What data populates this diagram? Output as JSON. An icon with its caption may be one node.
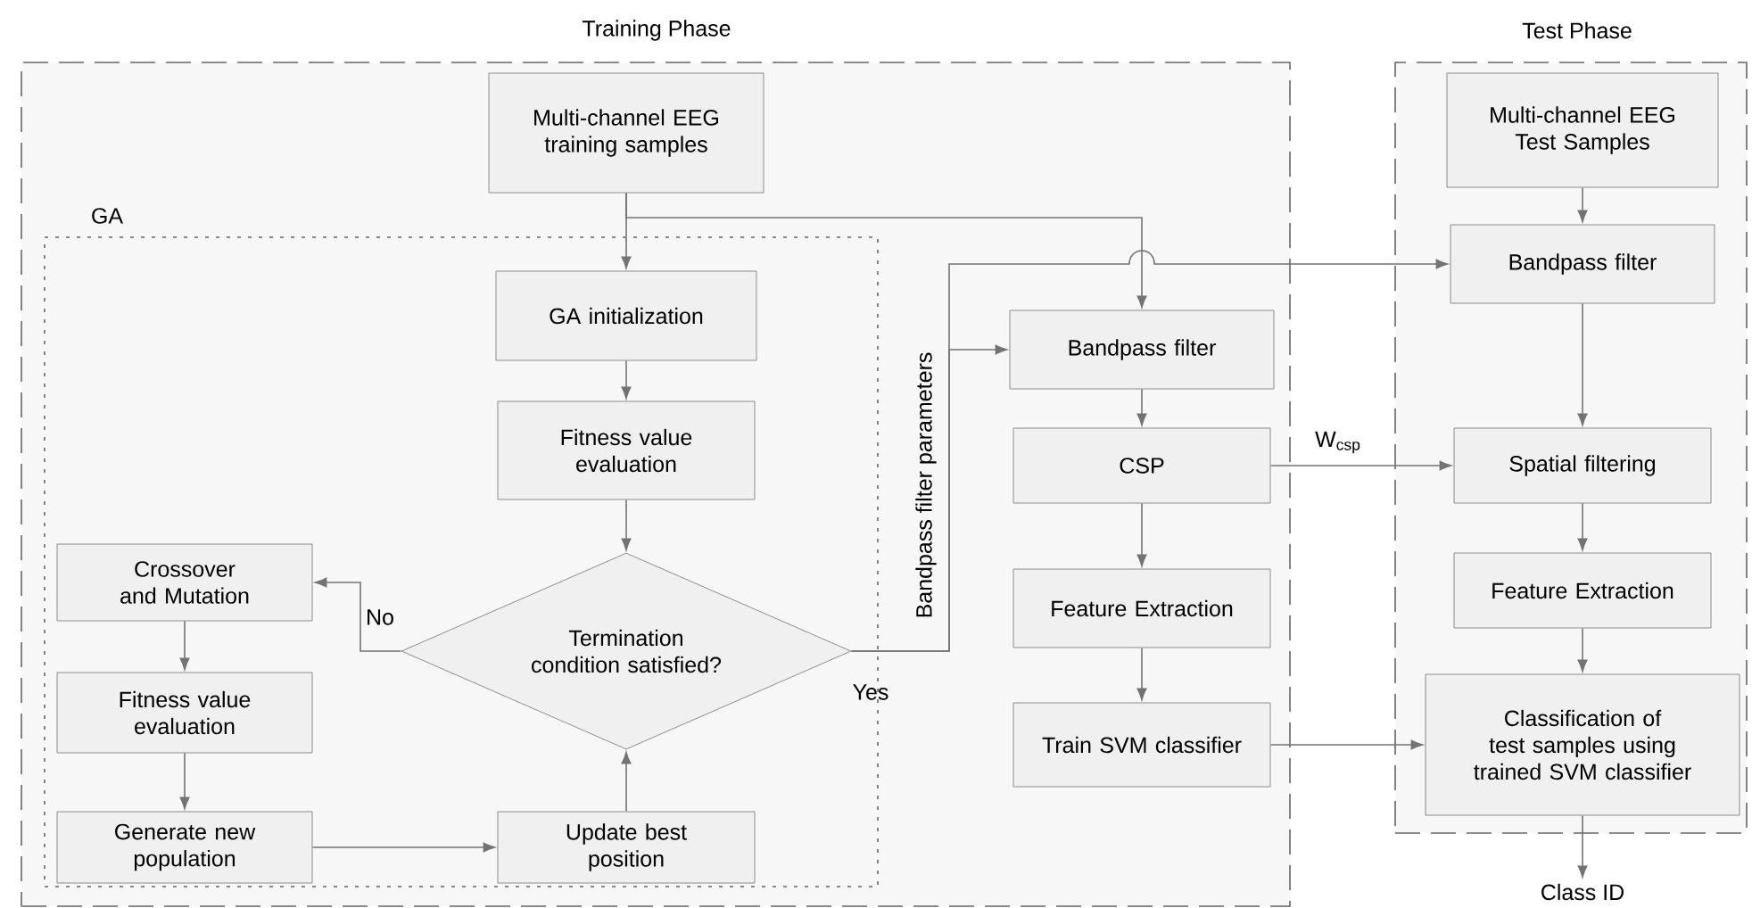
{
  "diagram": {
    "nodes": [
      {
        "text": [
          "Training Phase"
        ]
      },
      {
        "text": [
          "GA"
        ],
        "in": 0
      },
      {
        "text": [
          "Multi-channel EEG training samples"
        ],
        "in": 0
      },
      {
        "text": [
          "GA initialization"
        ],
        "in": 1
      },
      {
        "text": [
          "Fitness value evaluation"
        ],
        "in": 1
      },
      {
        "text": [
          "Termination condition satisfied?"
        ],
        "in": 1
      },
      {
        "text": [
          "Crossover and Mutation"
        ],
        "in": 1
      },
      {
        "text": [
          "Fitness value evaluation"
        ],
        "in": 1
      },
      {
        "text": [
          "Generate new population"
        ],
        "in": 1
      },
      {
        "text": [
          "Update best position"
        ],
        "in": 1
      },
      {
        "text": [
          "Bandpass filter"
        ],
        "in": 0
      },
      {
        "text": [
          "CSP"
        ],
        "in": 0
      },
      {
        "text": [
          "Feature Extraction"
        ],
        "in": 0
      },
      {
        "text": [
          "Train SVM classifier"
        ],
        "in": 0
      },
      {
        "text": [
          "Test Phase"
        ]
      },
      {
        "text": [
          "Multi-channel EEG Test Samples"
        ],
        "in": 14
      },
      {
        "text": [
          "Bandpass filter"
        ],
        "in": 14
      },
      {
        "text": [
          "Spatial filtering"
        ],
        "in": 14
      },
      {
        "text": [
          "Feature Extraction"
        ],
        "in": 14
      },
      {
        "text": [
          "Classification of test samples using trained SVM classifier"
        ],
        "in": 14
      },
      {
        "text": [
          "Class ID"
        ]
      }
    ],
    "edges": [
      {
        "from": 2,
        "to": 3,
        "arrow": "to"
      },
      {
        "from": 2,
        "to": 10,
        "arrow": "to"
      },
      {
        "from": 3,
        "to": 4,
        "arrow": "to"
      },
      {
        "from": 4,
        "to": 5,
        "arrow": "to"
      },
      {
        "from": 5,
        "to": 6,
        "arrow": "to",
        "label": "No"
      },
      {
        "from": 6,
        "to": 7,
        "arrow": "to"
      },
      {
        "from": 7,
        "to": 8,
        "arrow": "to"
      },
      {
        "from": 8,
        "to": 9,
        "arrow": "to"
      },
      {
        "from": 9,
        "to": 5,
        "arrow": "to"
      },
      {
        "from": 5,
        "to": 10,
        "arrow": "to",
        "label": "Yes"
      },
      {
        "from": 5,
        "to": 16,
        "arrow": "to",
        "label": "Bandpass filter parameters"
      },
      {
        "from": 10,
        "to": 11,
        "arrow": "to"
      },
      {
        "from": 11,
        "to": 12,
        "arrow": "to"
      },
      {
        "from": 12,
        "to": 13,
        "arrow": "to"
      },
      {
        "from": 11,
        "to": 17,
        "arrow": "to",
        "label": "W$_{csp}$"
      },
      {
        "from": 13,
        "to": 19,
        "arrow": "to"
      },
      {
        "from": 15,
        "to": 16,
        "arrow": "to"
      },
      {
        "from": 16,
        "to": 17,
        "arrow": "to"
      },
      {
        "from": 17,
        "to": 18,
        "arrow": "to"
      },
      {
        "from": 18,
        "to": 19,
        "arrow": "to"
      },
      {
        "from": 19,
        "to": 20,
        "arrow": "to"
      }
    ]
  }
}
